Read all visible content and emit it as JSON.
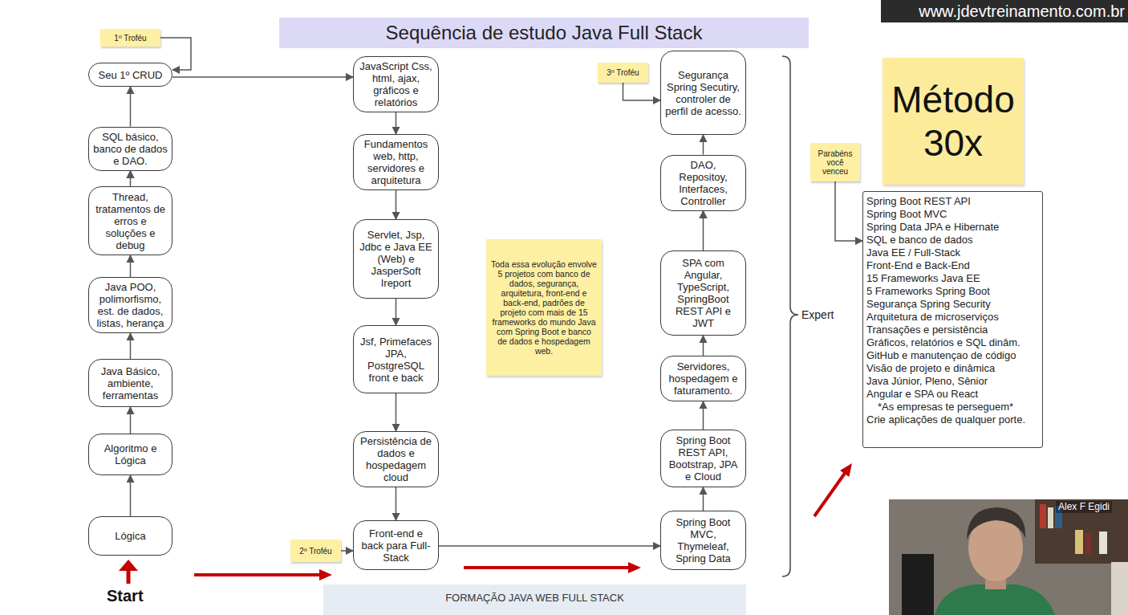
{
  "diagram": {
    "title": "Sequência de estudo Java Full Stack",
    "caption": "FORMAÇÃO JAVA WEB FULL STACK",
    "nodes": [
      {
        "text": [
          "1º Troféu"
        ]
      },
      {
        "text": [
          "Seu 1º CRUD"
        ]
      },
      {
        "text": [
          "SQL básico, banco de dados e DAO."
        ]
      },
      {
        "text": [
          "Thread, tratamentos de erros e soluções e debug"
        ]
      },
      {
        "text": [
          "Java POO, polimorfismo, est. de dados, listas, herança"
        ]
      },
      {
        "text": [
          "Java Básico, ambiente, ferramentas"
        ]
      },
      {
        "text": [
          "Algoritmo e Lógica"
        ]
      },
      {
        "text": [
          "Lógica"
        ]
      },
      {
        "text": [
          "JavaScript Css, html, ajax, gráficos e relatórios"
        ]
      },
      {
        "text": [
          "Fundamentos web, http, servidores e arquitetura"
        ]
      },
      {
        "text": [
          "Servlet, Jsp, Jdbc e Java EE (Web) e JasperSoft Ireport"
        ]
      },
      {
        "text": [
          "Jsf, Primefaces JPA, PostgreSQL front e back"
        ]
      },
      {
        "text": [
          "Persistência de dados e hospedagem cloud"
        ]
      },
      {
        "text": [
          "2º Troféu"
        ]
      },
      {
        "text": [
          "Front-end e back para Full-Stack"
        ]
      },
      {
        "text": [
          "Toda essa evolução envolve 5 projetos com banco de dados, segurança, arquitetura, front-end e back-end, padrões de projeto com mais de 15 frameworks do mundo Java com Spring Boot e banco de dados e hospedagem web."
        ]
      },
      {
        "text": [
          "3º Troféu"
        ]
      },
      {
        "text": [
          "Segurança Spring Secutiry, controler de perfil de acesso."
        ]
      },
      {
        "text": [
          "DAO, Repositoy, Interfaces, Controller"
        ]
      },
      {
        "text": [
          "SPA com Angular, TypeScript, SpringBoot REST API e JWT"
        ]
      },
      {
        "text": [
          "Servidores, hospedagem e faturamento."
        ]
      },
      {
        "text": [
          "Spring Boot REST API, Bootstrap, JPA e Cloud"
        ]
      },
      {
        "text": [
          "Spring Boot MVC, Thymeleaf, Spring Data"
        ]
      },
      {
        "text": [
          "Parabéns você venceu"
        ]
      },
      {
        "text": [
          "Método 30x"
        ]
      },
      {
        "text": [
          "Spring Boot REST API",
          "Spring Boot MVC",
          "Spring Data JPA e Hibernate",
          "SQL e banco de dados",
          "Java EE / Full-Stack",
          "Front-End e Back-End",
          "15 Frameworks Java EE",
          "5 Frameworks Spring Boot",
          "Segurança Spring Security",
          "Arquitetura de microserviços",
          "Transações e persistência",
          "Gráficos, relatórios e SQL dinâm.",
          "GitHub e manutençao de código",
          "Visão de projeto e dinâmica",
          "Java Júnior, Pleno, Sênior",
          "Angular e SPA ou React",
          "*As empresas te perseguem*",
          "Crie aplicações de qualquer porte."
        ]
      }
    ],
    "edges": [
      {
        "from": 0,
        "to": 1,
        "arrow": "to"
      },
      {
        "from": 7,
        "to": 6,
        "arrow": "to"
      },
      {
        "from": 6,
        "to": 5,
        "arrow": "to"
      },
      {
        "from": 5,
        "to": 4,
        "arrow": "to"
      },
      {
        "from": 4,
        "to": 3,
        "arrow": "to"
      },
      {
        "from": 3,
        "to": 2,
        "arrow": "to"
      },
      {
        "from": 2,
        "to": 1,
        "arrow": "to"
      },
      {
        "from": 1,
        "to": 8,
        "arrow": "to"
      },
      {
        "from": 8,
        "to": 9,
        "arrow": "to"
      },
      {
        "from": 9,
        "to": 10,
        "arrow": "to"
      },
      {
        "from": 10,
        "to": 11,
        "arrow": "to"
      },
      {
        "from": 11,
        "to": 12,
        "arrow": "to"
      },
      {
        "from": 12,
        "to": 14,
        "arrow": "to"
      },
      {
        "from": 13,
        "to": 14,
        "arrow": "to"
      },
      {
        "from": 14,
        "to": 22,
        "arrow": "to"
      },
      {
        "from": 22,
        "to": 21,
        "arrow": "to"
      },
      {
        "from": 21,
        "to": 20,
        "arrow": "to"
      },
      {
        "from": 20,
        "to": 19,
        "arrow": "to"
      },
      {
        "from": 19,
        "to": 18,
        "arrow": "to"
      },
      {
        "from": 18,
        "to": 17,
        "arrow": "to"
      },
      {
        "from": 16,
        "to": 17,
        "arrow": "to"
      },
      {
        "from": 23,
        "to": 25,
        "arrow": "to"
      }
    ],
    "labels": [
      "www.jdevtreinamento.com.br",
      "Start",
      "Expert",
      "Alex F Egidi"
    ]
  }
}
